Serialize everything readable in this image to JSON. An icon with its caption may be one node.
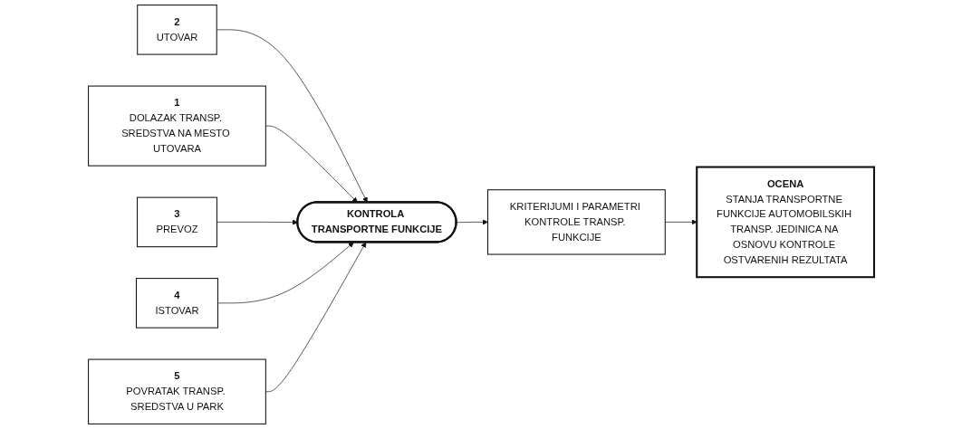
{
  "diagram": {
    "nodes": [
      {
        "text": [
          "2",
          "UTOVAR"
        ]
      },
      {
        "text": [
          "1",
          "DOLAZAK TRANSP. SREDSTVA NA MESTO UTOVARA"
        ]
      },
      {
        "text": [
          "3",
          "PREVOZ"
        ]
      },
      {
        "text": [
          "KONTROLA TRANSPORTNE FUNKCIJE"
        ]
      },
      {
        "text": [
          "KRITERIJUMI I PARAMETRI KONTROLE TRANSP. FUNKCIJE"
        ]
      },
      {
        "text": [
          "OCENA",
          "STANJA TRANSPORTNE FUNKCIJE AUTOMOBILSKIH TRANSP. JEDINICA NA OSNOVU KONTROLE OSTVARENIH REZULTATA"
        ]
      },
      {
        "text": [
          "4",
          "ISTOVAR"
        ]
      },
      {
        "text": [
          "5",
          "POVRATAK TRANSP. SREDSTVA U PARK"
        ]
      }
    ],
    "edges": [
      {
        "from": 0,
        "to": 3,
        "arrow": "to"
      },
      {
        "from": 1,
        "to": 3,
        "arrow": "to"
      },
      {
        "from": 2,
        "to": 3,
        "arrow": "to"
      },
      {
        "from": 6,
        "to": 3,
        "arrow": "to"
      },
      {
        "from": 7,
        "to": 3,
        "arrow": "to"
      },
      {
        "from": 3,
        "to": 4,
        "arrow": "to"
      },
      {
        "from": 4,
        "to": 5,
        "arrow": "to"
      }
    ]
  }
}
